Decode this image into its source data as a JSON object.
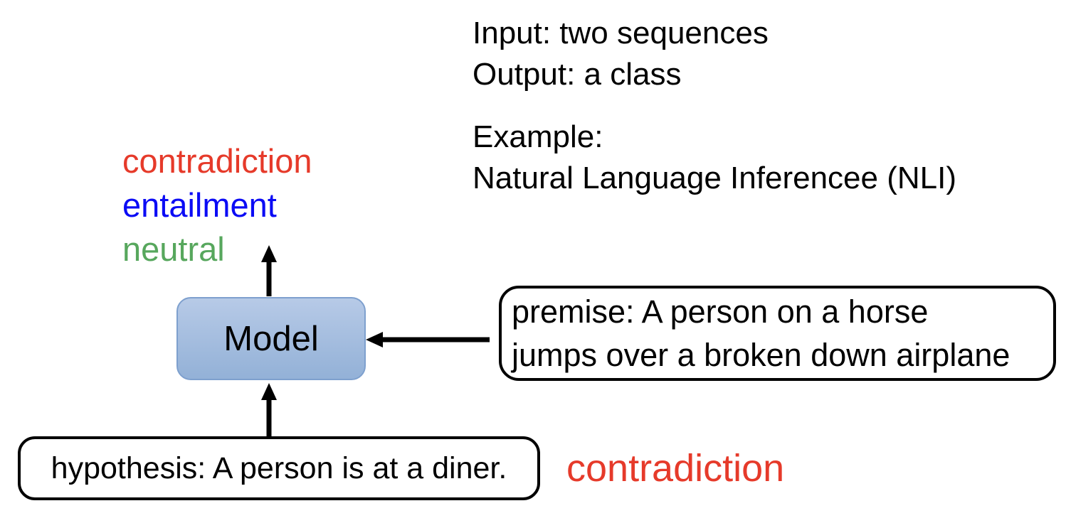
{
  "page": {
    "background": "#ffffff"
  },
  "info": {
    "input_line": "Input: two sequences",
    "output_line": "Output: a class",
    "example_heading": "Example:",
    "example_name": "Natural Language Inferencee (NLI)"
  },
  "output_classes": [
    {
      "label": "contradiction",
      "color": "#e63a2a"
    },
    {
      "label": "entailment",
      "color": "#0b0bf5"
    },
    {
      "label": "neutral",
      "color": "#57a75d"
    }
  ],
  "model": {
    "label": "Model",
    "fill_top": "#b7cae7",
    "fill_bottom": "#93b1d7",
    "border_color": "#7ea0ce"
  },
  "premise": {
    "line1": "premise: A person on a horse",
    "line2": "jumps over a broken down airplane"
  },
  "hypothesis": {
    "text": "hypothesis: A person is at a diner."
  },
  "prediction": {
    "label": "contradiction",
    "color": "#e63a2a"
  },
  "arrows": {
    "color": "#000000"
  }
}
